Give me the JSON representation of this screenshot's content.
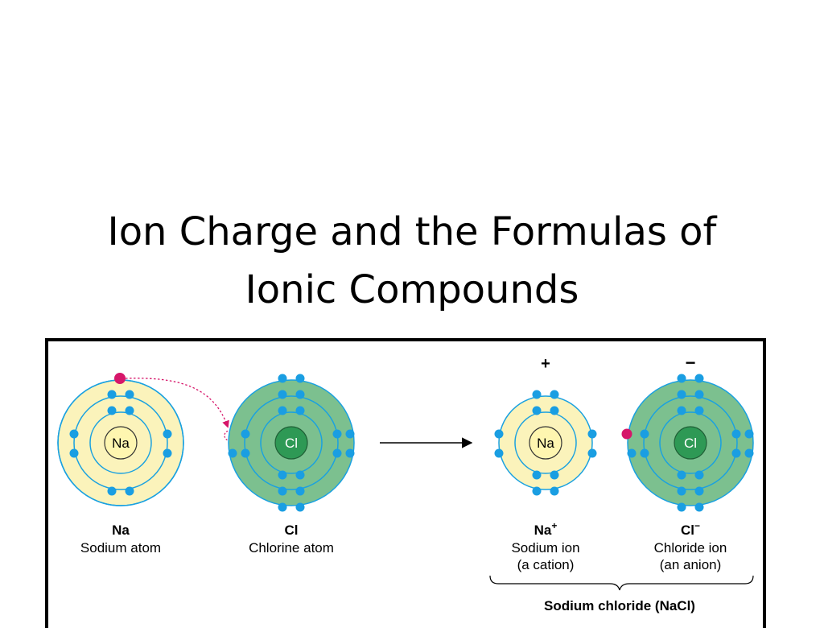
{
  "slide": {
    "title_line1": "Ion Charge and the Formulas of",
    "title_line2": "Ionic Compounds"
  },
  "colors": {
    "atom_sodium_fill": "#fbf3bb",
    "atom_chlorine_fill": "#7cc08f",
    "shell_stroke": "#1aa1e0",
    "electron": "#1a9ee2",
    "transferred_electron": "#d6166a",
    "nucleus_sodium": "#fef6b0",
    "nucleus_chlorine": "#2e9955"
  },
  "figure": {
    "sodium_atom": {
      "symbol": "Na",
      "name": "Na",
      "caption": "Sodium atom"
    },
    "chlorine_atom": {
      "symbol": "Cl",
      "name": "Cl",
      "caption": "Chlorine atom"
    },
    "sodium_ion": {
      "symbol": "Na",
      "name": "Na",
      "charge_sup": "+",
      "caption1": "Sodium ion",
      "caption2": "(a cation)",
      "charge_label": "+"
    },
    "chloride_ion": {
      "symbol": "Cl",
      "name": "Cl",
      "charge_sup": "−",
      "caption1": "Chloride ion",
      "caption2": "(an anion)",
      "charge_label": "−"
    },
    "compound_label": "Sodium chloride (NaCl)"
  }
}
